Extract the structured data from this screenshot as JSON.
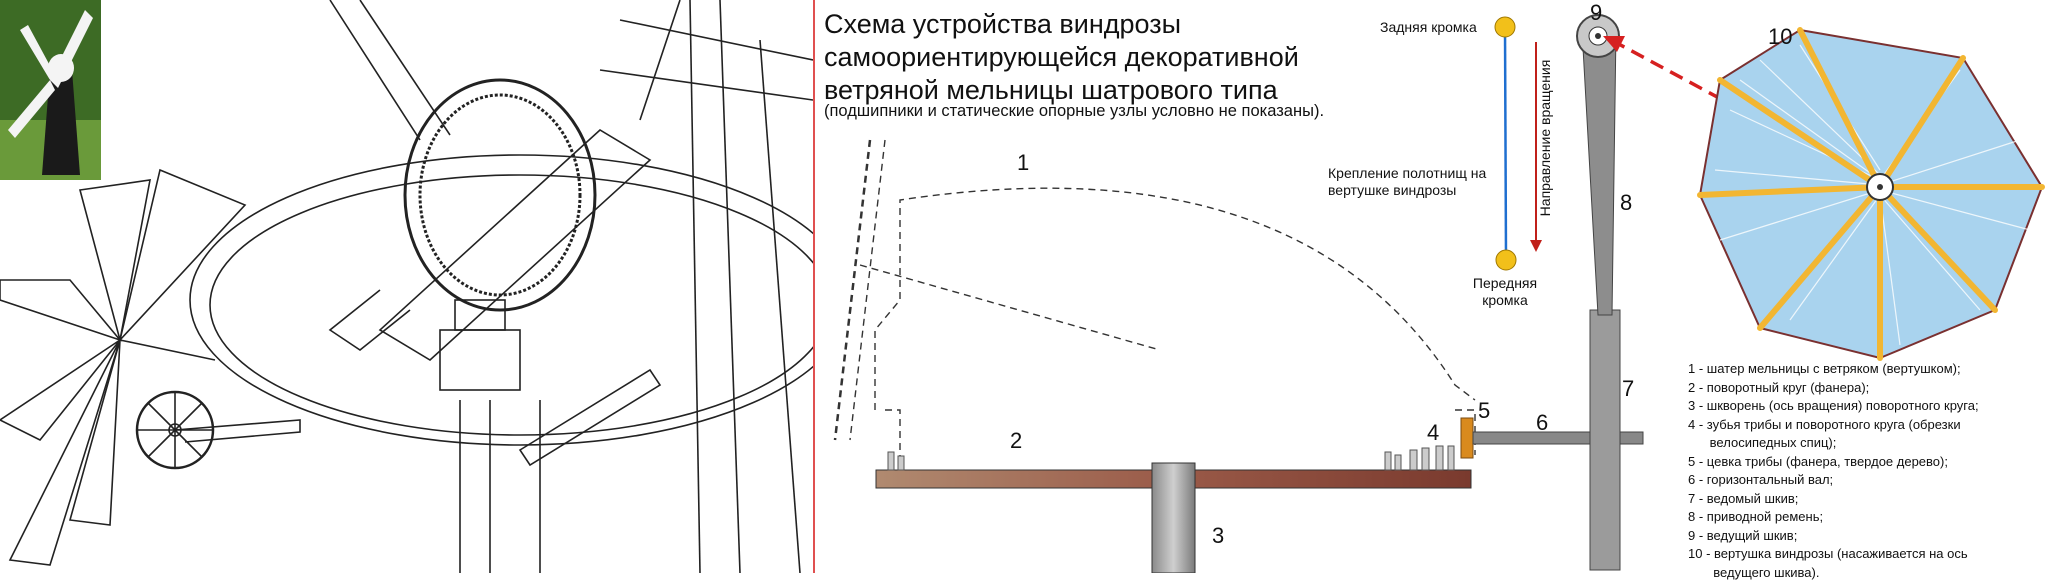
{
  "title": "Схема устройства виндрозы самоориентирующейся декоративной ветряной мельницы шатрового типа",
  "subtitle": "(подшипники и статические опорные узлы условно не показаны).",
  "blade_labels": {
    "rear": "Задняя кромка",
    "front": "Передняя кромка",
    "mounting": "Крепление полотнищ на вертушке виндрозы",
    "rotation": "Направление вращения"
  },
  "numbers": [
    "1",
    "2",
    "3",
    "4",
    "5",
    "6",
    "7",
    "8",
    "9",
    "10"
  ],
  "legend": [
    "1 - шатер мельницы с ветряком (вертушком);",
    "2 - поворотный круг (фанера);",
    "3 - шкворень (ось вращения) поворотного круга;",
    "4 - зубья трибы и поворотного круга (обрезки",
    "      велосипедных спиц);",
    "5 - цевка трибы (фанера, твердое дерево);",
    "6 - горизонтальный вал;",
    "7 - ведомый шкив;",
    "8 - приводной ремень;",
    "9 - ведущий шкив;",
    "10 - вертушка виндрозы (насаживается на ось",
    "       ведущего шкива)."
  ],
  "colors": {
    "divider": "#e05050",
    "disk": "#8a4a3a",
    "blade_fill": "#a9d3ee",
    "spoke": "#f2b632",
    "arrow": "#d62020",
    "belt_line": "#1f6fd0"
  }
}
